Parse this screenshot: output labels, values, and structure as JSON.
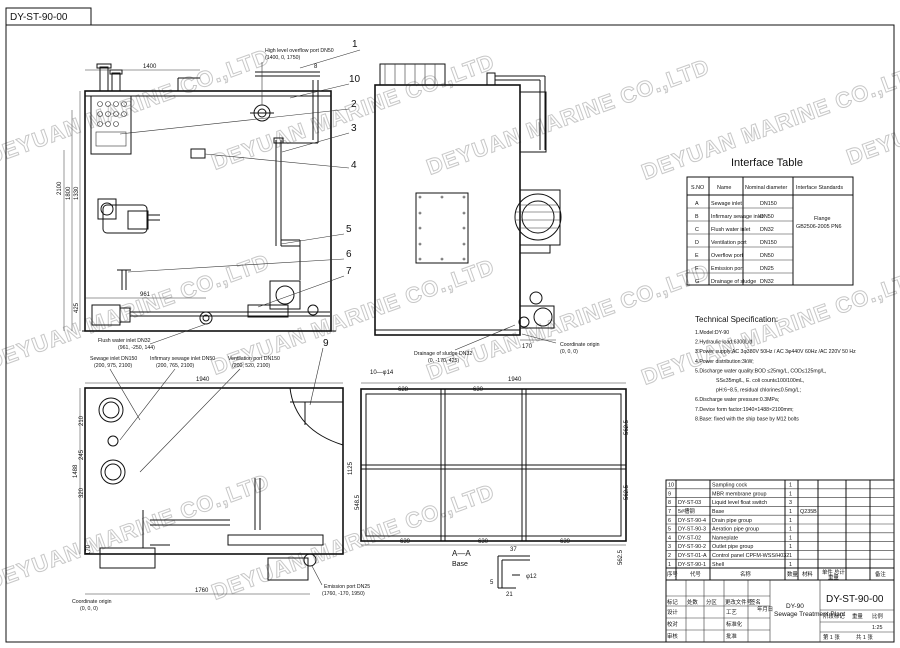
{
  "drawing_code": "DY-ST-90-00",
  "title_block": {
    "code": "DY-ST-90-00",
    "model": "DY-90",
    "name": "Sewage Treatment Plant",
    "stage_label": "阶段标记",
    "weight_label": "重量",
    "scale_label": "比例",
    "scale_value": "1:25",
    "sheet_label": "第 1 张",
    "of_label": "共 1 张",
    "headers": [
      "标记",
      "处数",
      "分区",
      "更改文件号",
      "签名",
      "年月日"
    ],
    "roles": [
      "设计",
      "校对",
      "审核",
      "工艺",
      "标准化",
      "批准"
    ]
  },
  "watermarks": [
    "DEYUAN MARINE CO.,LTD",
    "DEYUAN MARINE CO.,LTD",
    "DEYUAN MARINE CO.,LTD",
    "DEYUAN MARINE CO.,LTD",
    "DEYUAN MARINE CO.,LTD",
    "DEYUAN MARINE CO.,LTD",
    "DEYUAN MARINE CO.,LTD",
    "DEYUAN MARINE CO.,LTD",
    "DEYUAN MARINE CO.,LTD",
    "DEYUAN MARINE CO.,LTD",
    "DEYUAN MARINE CO.,LTD"
  ],
  "front_view": {
    "top_width": "1400",
    "overflow_label": "High level overflow port DN50",
    "overflow_coord": "(1400, 0, 1750)",
    "ref_8": "8",
    "dim_2100": "2100",
    "dim_1800": "1800",
    "dim_1330": "1330",
    "dim_425": "425",
    "dim_961": "961",
    "flush_label": "Flush water inlet DN32",
    "flush_coord": "(961, -250, 144)"
  },
  "side_view": {
    "drain_label": "Drainage of sludge DN32",
    "drain_coord": "(0, -170, 425)",
    "dim_170": "170",
    "coord_label": "Coordinate origin",
    "coord_value": "(0, 0, 0)"
  },
  "callouts": [
    "1",
    "10",
    "2",
    "3",
    "4",
    "5",
    "6",
    "7",
    "9"
  ],
  "plan_view": {
    "sewage_label": "Sewage inlet DN150",
    "sewage_coord": "(200, 975, 2100)",
    "infirm_label": "Infirmary sewage inlet DN50",
    "infirm_coord": "(200, 765, 2100)",
    "vent_label": "Ventilation port DN150",
    "vent_coord": "(200, 520, 2100)",
    "width": "1940",
    "dim_210": "210",
    "dim_245": "245",
    "dim_320": "320",
    "dim_1488": "1488",
    "dim_170": "170",
    "dim_1760": "1760",
    "coord_label": "Coordinate origin",
    "coord_value": "(0, 0, 0)",
    "emission_label": "Emission port DN25",
    "emission_coord": "(1760, -170, 1950)"
  },
  "base_view": {
    "plate_label": "10—φ14",
    "width": "1940",
    "dim_628": "628",
    "dim_630": "630",
    "dim_1125": "1125",
    "dim_5625a": "562.5",
    "dim_5625b": "562.5",
    "dim_5625c": "562.5",
    "dim_5485": "548.5",
    "bot_639a": "639",
    "bot_630": "630",
    "bot_639b": "639",
    "section_label": "A—A",
    "section_name": "Base",
    "sec_37": "37",
    "sec_12": "φ12",
    "sec_21": "21",
    "sec_5": "5"
  },
  "interface_table": {
    "title": "Interface Table",
    "headers": [
      "S.NO",
      "Name",
      "Nominal diameter",
      "Interface Standards"
    ],
    "rows": [
      {
        "sno": "A",
        "name": "Sewage inlet",
        "dn": "DN150"
      },
      {
        "sno": "B",
        "name": "Infirmary sewage inlet",
        "dn": "DN50"
      },
      {
        "sno": "C",
        "name": "Flush water inlet",
        "dn": "DN32"
      },
      {
        "sno": "D",
        "name": "Ventilation port",
        "dn": "DN150"
      },
      {
        "sno": "E",
        "name": "Overflow port",
        "dn": "DN50"
      },
      {
        "sno": "F",
        "name": "Emission port",
        "dn": "DN25"
      },
      {
        "sno": "G",
        "name": "Drainage of sludge",
        "dn": "DN32"
      }
    ],
    "standard_label": "Flange",
    "standard_code": "GB2506-2005 PN6"
  },
  "tech_spec": {
    "title": "Technical Specification:",
    "items": [
      "1.Model:DY-90",
      "2.Hydraulic load:6300L/d",
      "3.Power supply:AC 3φ380V 50Hz / AC 3φ440V 60Hz /AC 220V 50 Hz",
      "4.Power distribution:3kW;",
      "5.Discharge water quality:BOD ≤25mg/L, COD≤125mg/L,",
      "SS≤35mg/L, E. coli count≤100/100mL,",
      "pH:6~8.5, residual chlorine≤0.5mg/L;",
      "6.Discharge water pressure:0.3MPa;",
      "7.Device form factor:1940×1488×2100mm;",
      "8.Base: fixed with the ship base by M12 bolts"
    ]
  },
  "parts_list": [
    {
      "no": "10",
      "code": "",
      "name": "Sampling cock",
      "qty": "1",
      "mat": ""
    },
    {
      "no": "9",
      "code": "",
      "name": "MBR membrane group",
      "qty": "1",
      "mat": ""
    },
    {
      "no": "8",
      "code": "DY-ST-03",
      "name": "Liquid level float switch",
      "qty": "3",
      "mat": ""
    },
    {
      "no": "7",
      "code": "5#槽钢",
      "name": "Base",
      "qty": "1",
      "mat": "Q235B"
    },
    {
      "no": "6",
      "code": "DY-ST-90-4",
      "name": "Drain pipe group",
      "qty": "1",
      "mat": ""
    },
    {
      "no": "5",
      "code": "DY-ST-90-3",
      "name": "Aeration pipe group",
      "qty": "1",
      "mat": ""
    },
    {
      "no": "4",
      "code": "DY-ST-02",
      "name": "Nameplate",
      "qty": "1",
      "mat": ""
    },
    {
      "no": "3",
      "code": "DY-ST-90-2",
      "name": "Outlet pipe group",
      "qty": "1",
      "mat": ""
    },
    {
      "no": "2",
      "code": "DY-ST-01-A",
      "name": "Control panel CPFM-WSS/H032",
      "qty": "1",
      "mat": ""
    },
    {
      "no": "1",
      "code": "DY-ST-90-1",
      "name": "Shell",
      "qty": "1",
      "mat": ""
    }
  ],
  "parts_header": {
    "no": "序号",
    "code": "代号",
    "name": "名称",
    "qty": "数量",
    "mat": "材料",
    "unit": "单件",
    "total": "总计",
    "weight": "重量",
    "note": "备注"
  }
}
